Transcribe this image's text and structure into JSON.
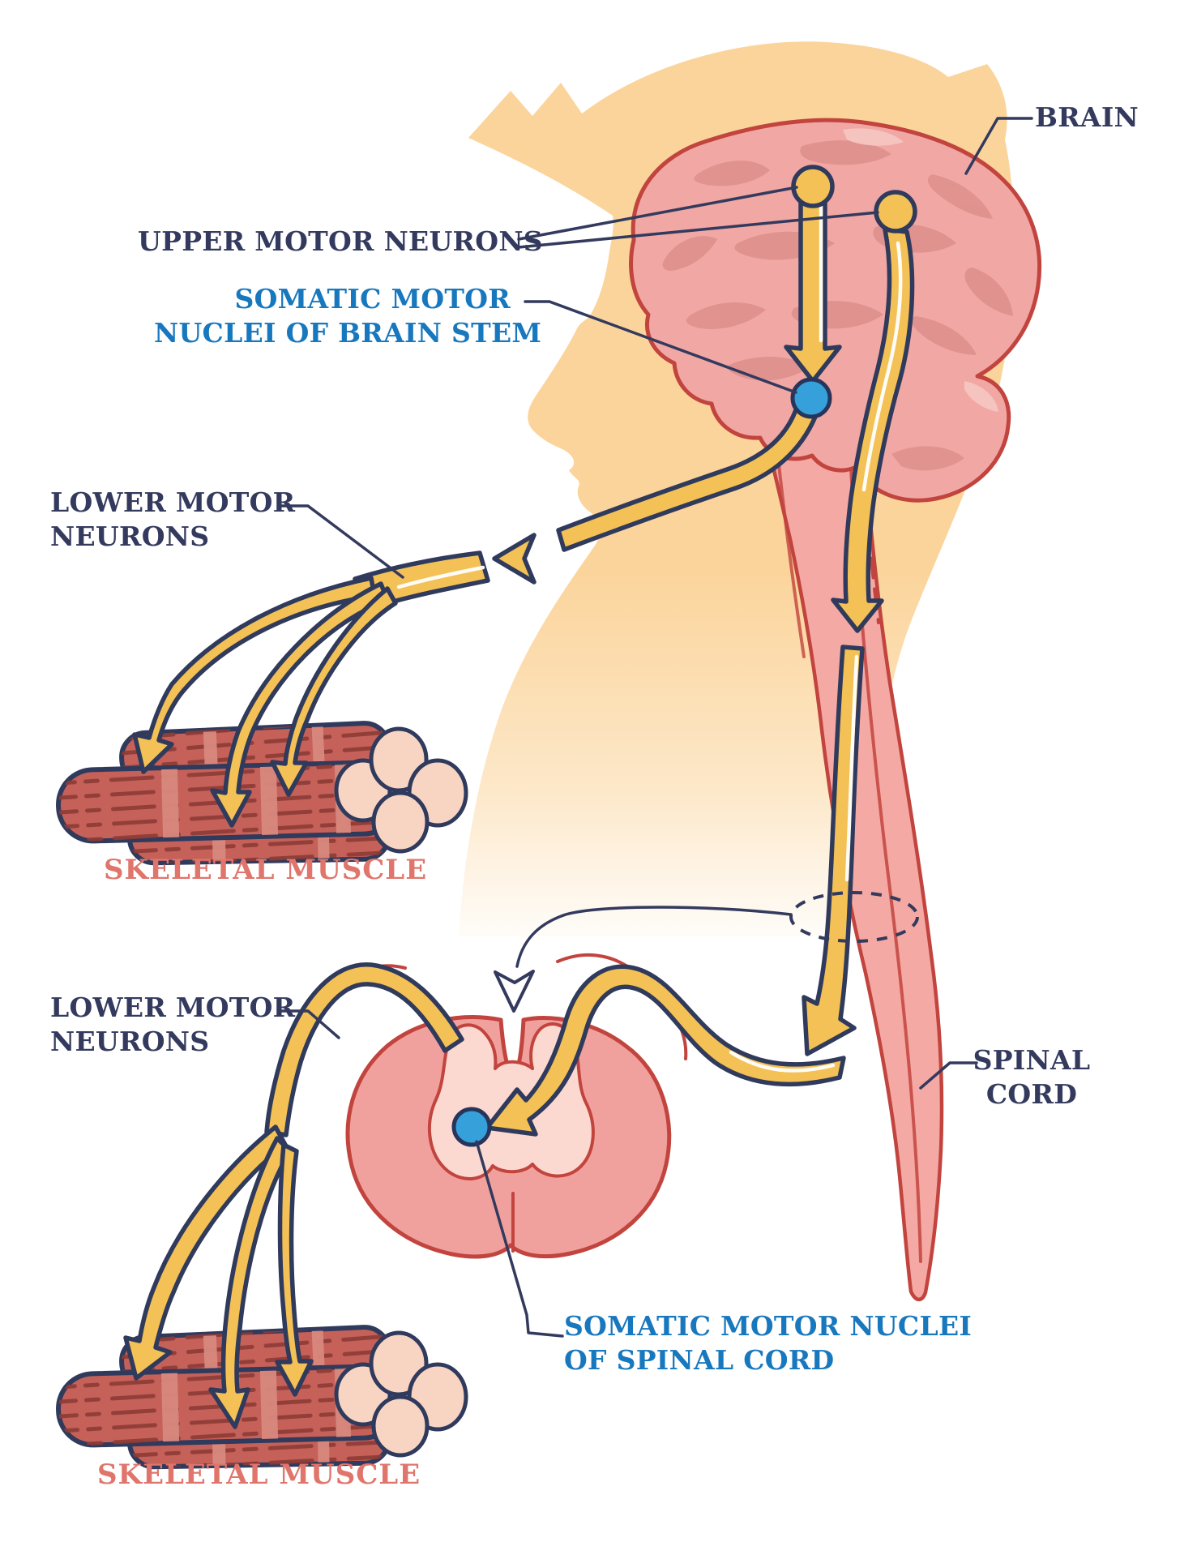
{
  "labels": {
    "brain": "BRAIN",
    "upper_motor_neurons": "UPPER MOTOR NEURONS",
    "somatic_brain_stem": {
      "line1": "SOMATIC MOTOR",
      "line2": "NUCLEI OF BRAIN STEM"
    },
    "lower_motor_neurons": {
      "line1": "LOWER MOTOR",
      "line2": "NEURONS"
    },
    "skeletal_muscle": "SKELETAL MUSCLE",
    "spinal_cord": {
      "line1": "SPINAL",
      "line2": "CORD"
    },
    "somatic_spinal_cord": {
      "line1": "SOMATIC MOTOR NUCLEI",
      "line2": "OF SPINAL CORD"
    }
  },
  "colors": {
    "label_navy": "#333A5E",
    "label_blue": "#1878BE",
    "label_salmon": "#E0756C",
    "nerve_yellow": "#F3C155",
    "outline_navy": "#2F3A5C",
    "brain_pink": "#F1A8A4",
    "organ_red": "#C2443E",
    "cord_pink": "#F5A9A4",
    "nucleus_blue": "#35A0D9",
    "muscle_red": "#C6615A",
    "muscle_end": "#F8D4C3",
    "skin_peach": "#FBD49B"
  },
  "icons": {
    "upper_motor_neuron_cells": "yellow-circle-icon",
    "somatic_nuclei": "blue-circle-icon",
    "nerve_arrows": "yellow-arrow-icon",
    "cord_level_marker": "dashed-ellipse-icon",
    "cross_section_pointer": "open-down-arrow-icon"
  }
}
